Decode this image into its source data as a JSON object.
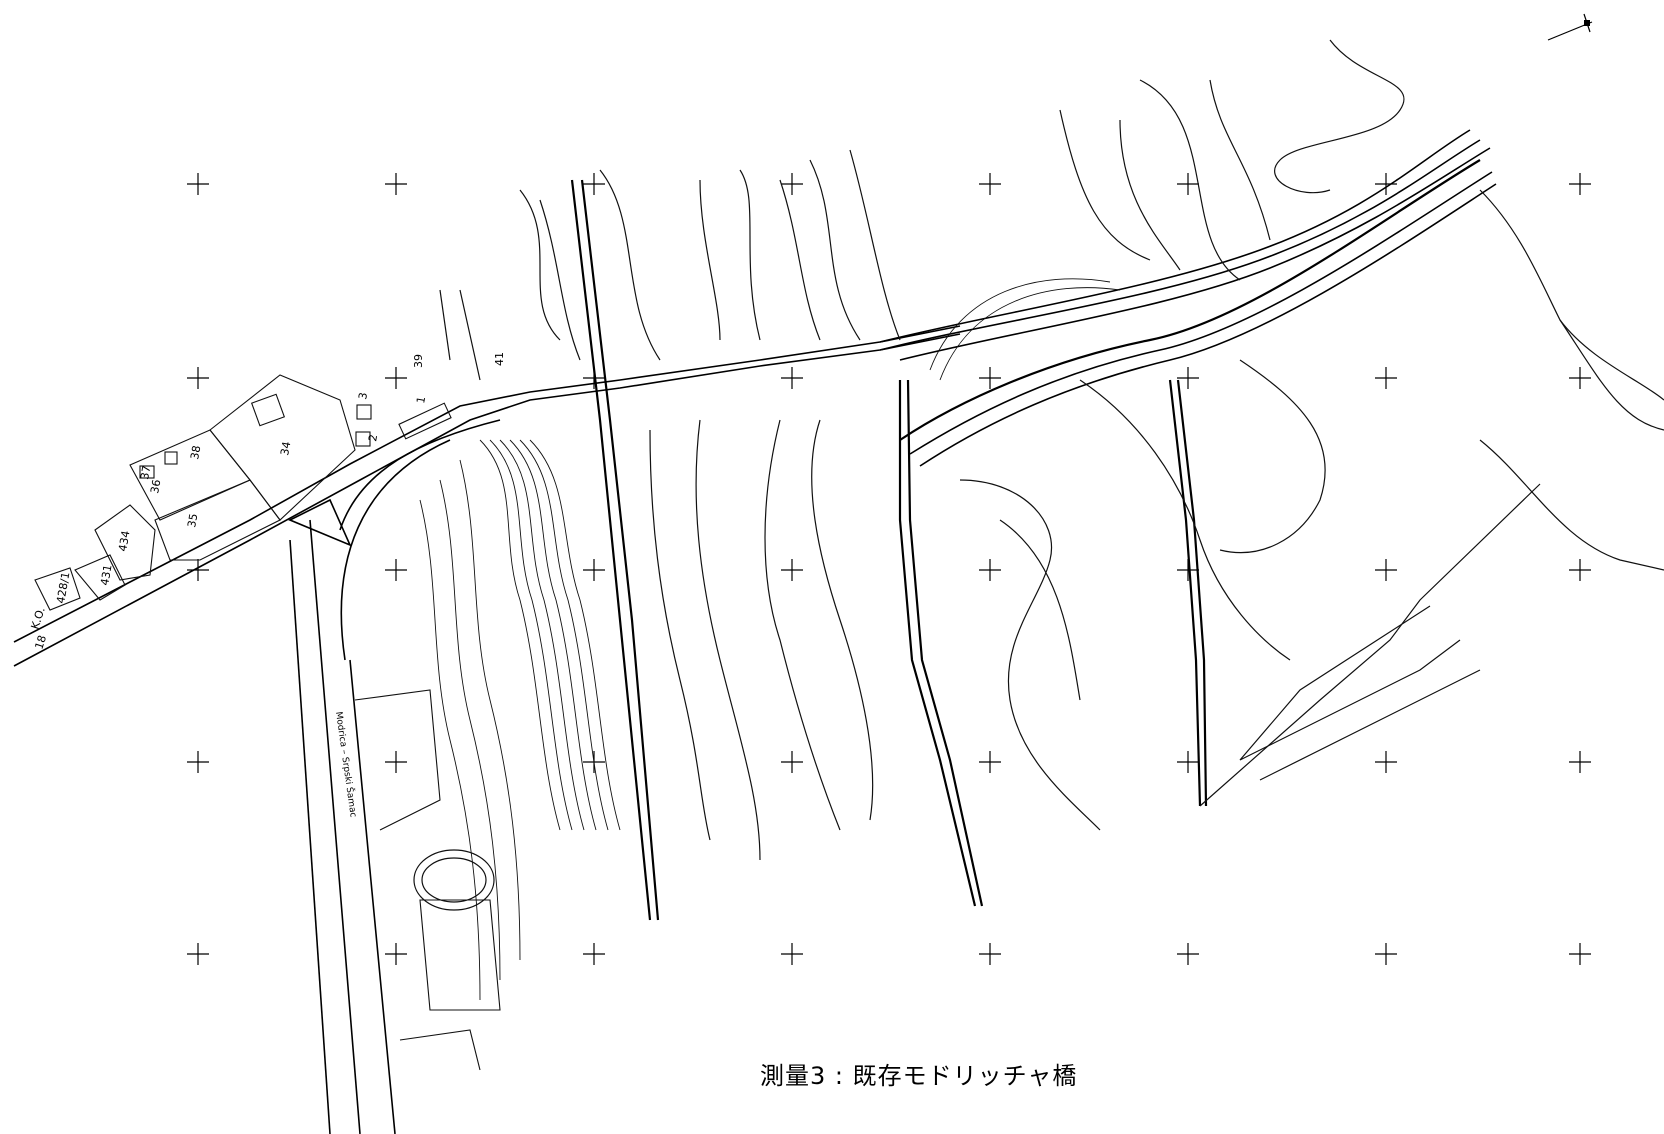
{
  "map": {
    "caption": "測量3 : 既存モドリッチャ橋",
    "road_label": "Modrica – Srpski Šamac",
    "parcel_labels": [
      {
        "id": "p39",
        "text": "39"
      },
      {
        "id": "p41",
        "text": "41"
      },
      {
        "id": "p34",
        "text": "34"
      },
      {
        "id": "p38",
        "text": "38"
      },
      {
        "id": "p37",
        "text": "37"
      },
      {
        "id": "p36",
        "text": "36"
      },
      {
        "id": "p35",
        "text": "35"
      },
      {
        "id": "p434",
        "text": "434"
      },
      {
        "id": "p431",
        "text": "431"
      },
      {
        "id": "p428",
        "text": "428/1"
      },
      {
        "id": "pko",
        "text": "K.O."
      },
      {
        "id": "p18",
        "text": "18"
      },
      {
        "id": "p1",
        "text": "1"
      },
      {
        "id": "p3",
        "text": "3"
      },
      {
        "id": "p2",
        "text": "2"
      }
    ],
    "colors": {
      "line": "#000000",
      "background": "#ffffff"
    }
  }
}
